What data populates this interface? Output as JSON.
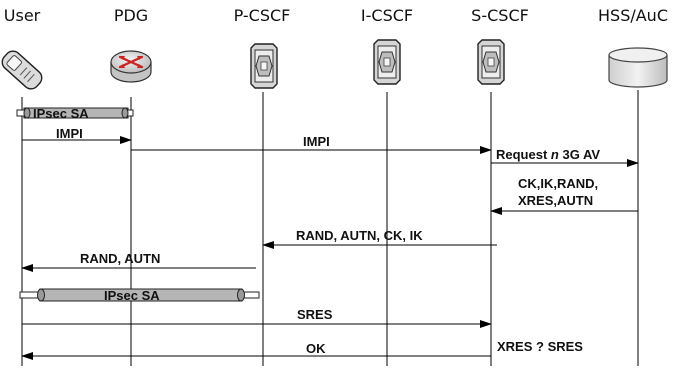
{
  "entities": [
    {
      "id": "user",
      "label": "User",
      "icon": "phone-icon"
    },
    {
      "id": "pdg",
      "label": "PDG",
      "icon": "router-icon"
    },
    {
      "id": "pcscf",
      "label": "P-CSCF",
      "icon": "server-icon"
    },
    {
      "id": "icscf",
      "label": "I-CSCF",
      "icon": "server-icon"
    },
    {
      "id": "scscf",
      "label": "S-CSCF",
      "icon": "server-icon"
    },
    {
      "id": "hss",
      "label": "HSS/AuC",
      "icon": "database-icon"
    }
  ],
  "tunnels": {
    "ipsec_sa_1": "IPsec SA",
    "ipsec_sa_2": "IPsec SA"
  },
  "messages": {
    "impi_1": "IMPI",
    "impi_2": "IMPI",
    "request_prefix": "Request ",
    "request_n": "n",
    "request_suffix": " 3G AV",
    "ck_line1": "CK,IK,RAND,",
    "ck_line2": "XRES,AUTN",
    "rand_autn_ck_ik": "RAND, AUTN, CK, IK",
    "rand_autn": "RAND, AUTN",
    "sres": "SRES",
    "ok": "OK",
    "xres_sres": "XRES ? SRES"
  },
  "colors": {
    "line": "#000000",
    "tunnel_fill": "#b5b5b5",
    "device_fill": "#e6e6e6",
    "router_fill": "#d9d9d9",
    "router_arrows": "#cc2222"
  }
}
